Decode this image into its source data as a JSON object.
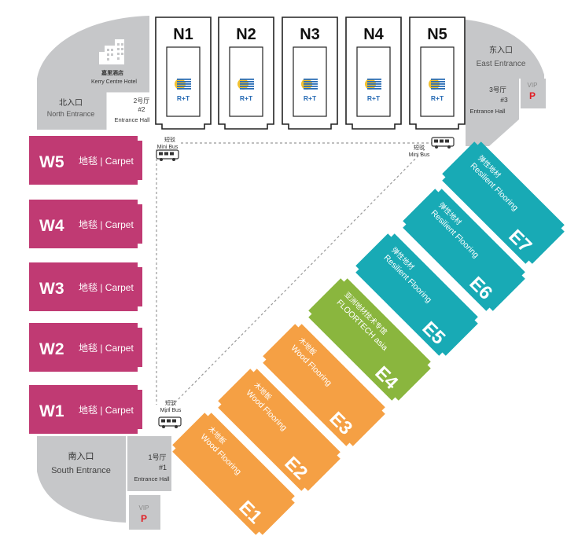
{
  "colors": {
    "grey": "#c6c7c9",
    "magenta": "#c03a73",
    "orange": "#f5a044",
    "green": "#8ab63e",
    "teal": "#18aab5",
    "vip_red": "#e11d23",
    "rt_blue": "#2a6db5",
    "rt_yellow": "#f2c230"
  },
  "north_halls": [
    {
      "id": "N1",
      "logo": "R+T"
    },
    {
      "id": "N2",
      "logo": "R+T"
    },
    {
      "id": "N3",
      "logo": "R+T"
    },
    {
      "id": "N4",
      "logo": "R+T"
    },
    {
      "id": "N5",
      "logo": "R+T"
    }
  ],
  "west_halls": [
    {
      "id": "W5",
      "label": "地毯 | Carpet"
    },
    {
      "id": "W4",
      "label": "地毯 | Carpet"
    },
    {
      "id": "W3",
      "label": "地毯 | Carpet"
    },
    {
      "id": "W2",
      "label": "地毯 | Carpet"
    },
    {
      "id": "W1",
      "label": "地毯 | Carpet"
    }
  ],
  "east_halls": [
    {
      "id": "E7",
      "cn": "弹性地材",
      "en": "Resilient Flooring",
      "category": "resilient"
    },
    {
      "id": "E6",
      "cn": "弹性地材",
      "en": "Resilient Flooring",
      "category": "resilient"
    },
    {
      "id": "E5",
      "cn": "弹性地材",
      "en": "Resilient Flooring",
      "category": "resilient"
    },
    {
      "id": "E4",
      "cn": "亚洲地材技术专馆",
      "en": "FLOORTECH asia",
      "category": "floortech"
    },
    {
      "id": "E3",
      "cn": "木地板",
      "en": "Wood Flooring",
      "category": "wood"
    },
    {
      "id": "E2",
      "cn": "木地板",
      "en": "Wood Flooring",
      "category": "wood"
    },
    {
      "id": "E1",
      "cn": "木地板",
      "en": "Wood Flooring",
      "category": "wood"
    }
  ],
  "hotel": {
    "cn": "嘉里酒店",
    "en": "Kerry Centre Hotel",
    "icon": "building-icon"
  },
  "entrances": {
    "north": {
      "cn": "北入口",
      "en": "North Entrance"
    },
    "east": {
      "cn": "东入口",
      "en": "East Entrance"
    },
    "south": {
      "cn": "南入口",
      "en": "South Entrance"
    }
  },
  "entrance_halls": {
    "hall1": {
      "cn": "1号厅",
      "num": "#1",
      "en": "Entrance Hall"
    },
    "hall2": {
      "cn": "2号厅",
      "num": "#2",
      "en": "Entrance Hall"
    },
    "hall3": {
      "cn": "3号厅",
      "num": "#3",
      "en": "Entrance Hall"
    }
  },
  "vip": {
    "label": "VIP",
    "parking": "P"
  },
  "minibus": {
    "cn": "短驳",
    "en": "Mini Bus",
    "icon": "bus-icon"
  }
}
